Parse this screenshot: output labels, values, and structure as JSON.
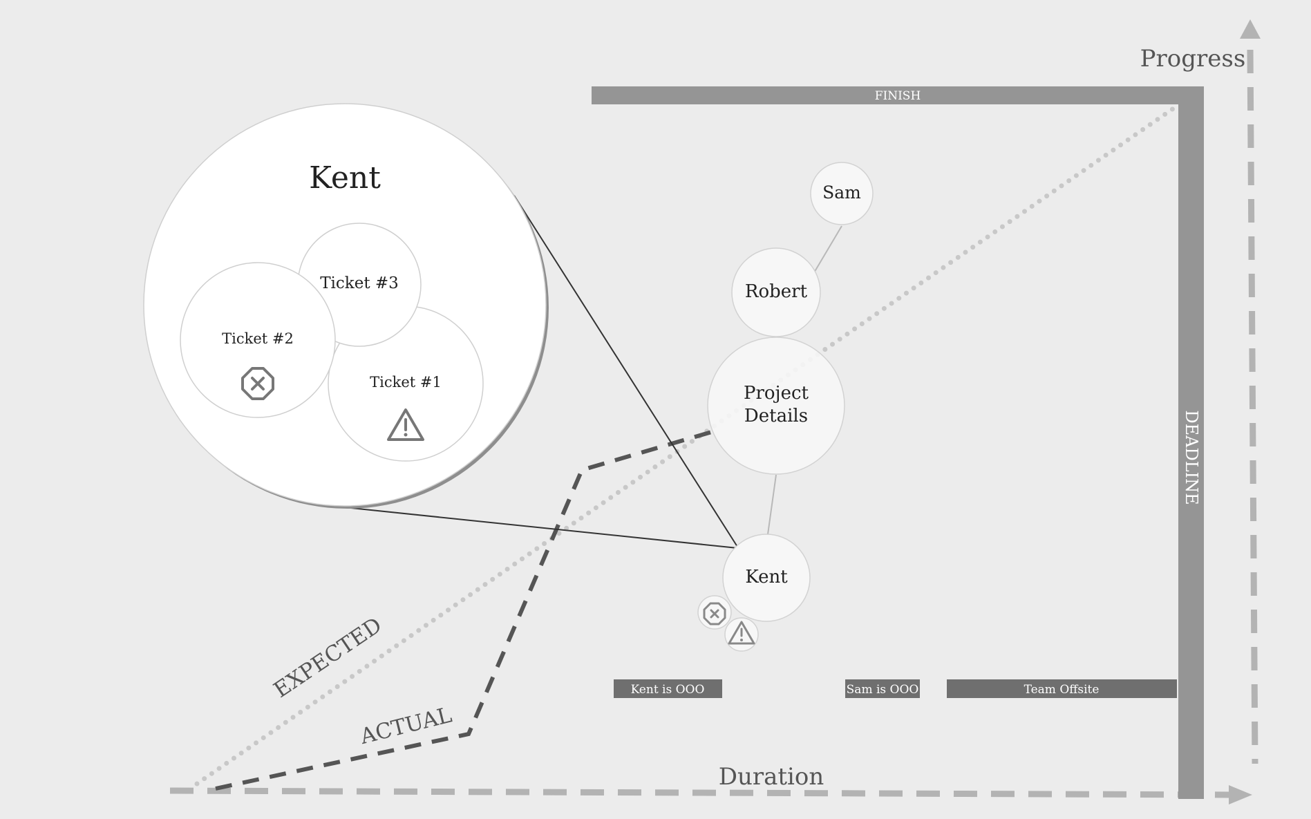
{
  "axes": {
    "x_label": "Duration",
    "y_label": "Progress"
  },
  "bars": {
    "finish": "FINISH",
    "deadline": "DEADLINE",
    "events": [
      "Kent is OOO",
      "Sam is OOO",
      "Team Offsite"
    ]
  },
  "lines": {
    "expected": "EXPECTED",
    "actual": "ACTUAL"
  },
  "nodes": {
    "sam": "Sam",
    "robert": "Robert",
    "project_line1": "Project",
    "project_line2": "Details",
    "kent": "Kent"
  },
  "zoom": {
    "title": "Kent",
    "tickets": [
      "Ticket #3",
      "Ticket #2",
      "Ticket #1"
    ]
  },
  "icons": {
    "error": "x-octagon-icon",
    "warning": "warning-triangle-icon"
  },
  "colors": {
    "background": "#ececec",
    "bar": "#959595",
    "event_bar": "#6f6f6f",
    "axis": "#b3b3b3",
    "actual_line": "#555555",
    "expected_line": "#c8c8c8"
  }
}
